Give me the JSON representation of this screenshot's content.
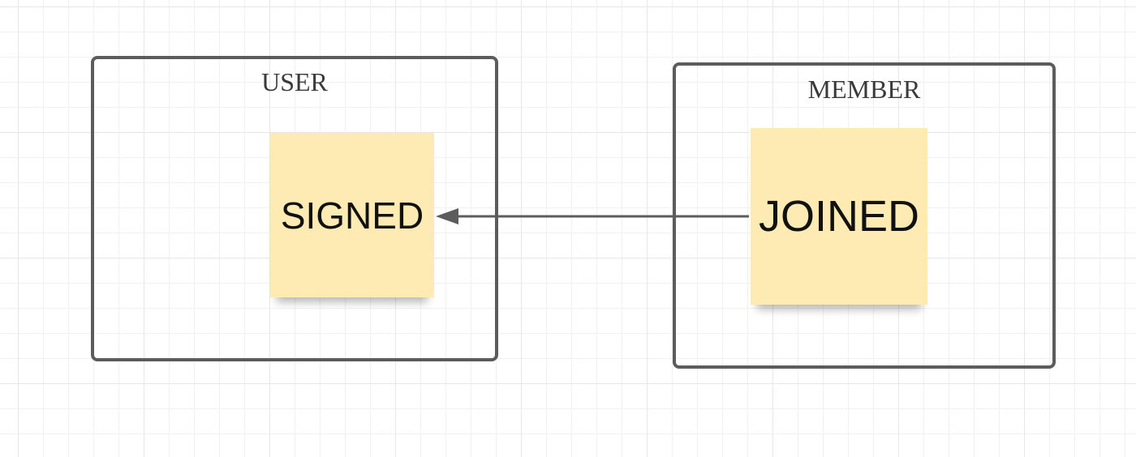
{
  "containers": {
    "user": {
      "title": "USER"
    },
    "member": {
      "title": "MEMBER"
    }
  },
  "notes": {
    "signed": {
      "label": "SIGNED"
    },
    "joined": {
      "label": "JOINED"
    }
  },
  "connector": {
    "from": "JOINED",
    "to": "SIGNED",
    "arrowhead": "target"
  },
  "colors": {
    "container_border": "#5c5c5c",
    "note_fill": "#fdebb3",
    "connector": "#5c5c5c",
    "grid_line": "#e7e7e7"
  }
}
